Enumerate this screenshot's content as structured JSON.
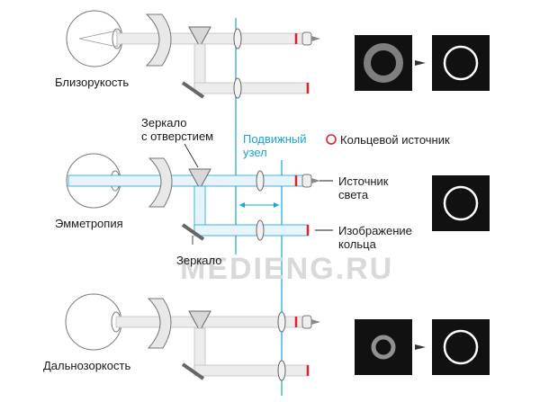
{
  "labels": {
    "myopia": "Близорукость",
    "emmetropia": "Эмметропия",
    "hyperopia": "Дальнозоркость",
    "mirror_hole": "Зеркало\nс отверстием",
    "moving_node": "Подвижный\nузел",
    "ring_source": "Кольцевой источник",
    "light_source": "Источник\nсвета",
    "ring_image": "Изображение\nкольца",
    "mirror": "Зеркало"
  },
  "watermark": "MEDIENG.RU",
  "colors": {
    "beam": "#1aa3d6",
    "optics": "#555555",
    "marker": "#e0202a",
    "panel": "#111111"
  }
}
